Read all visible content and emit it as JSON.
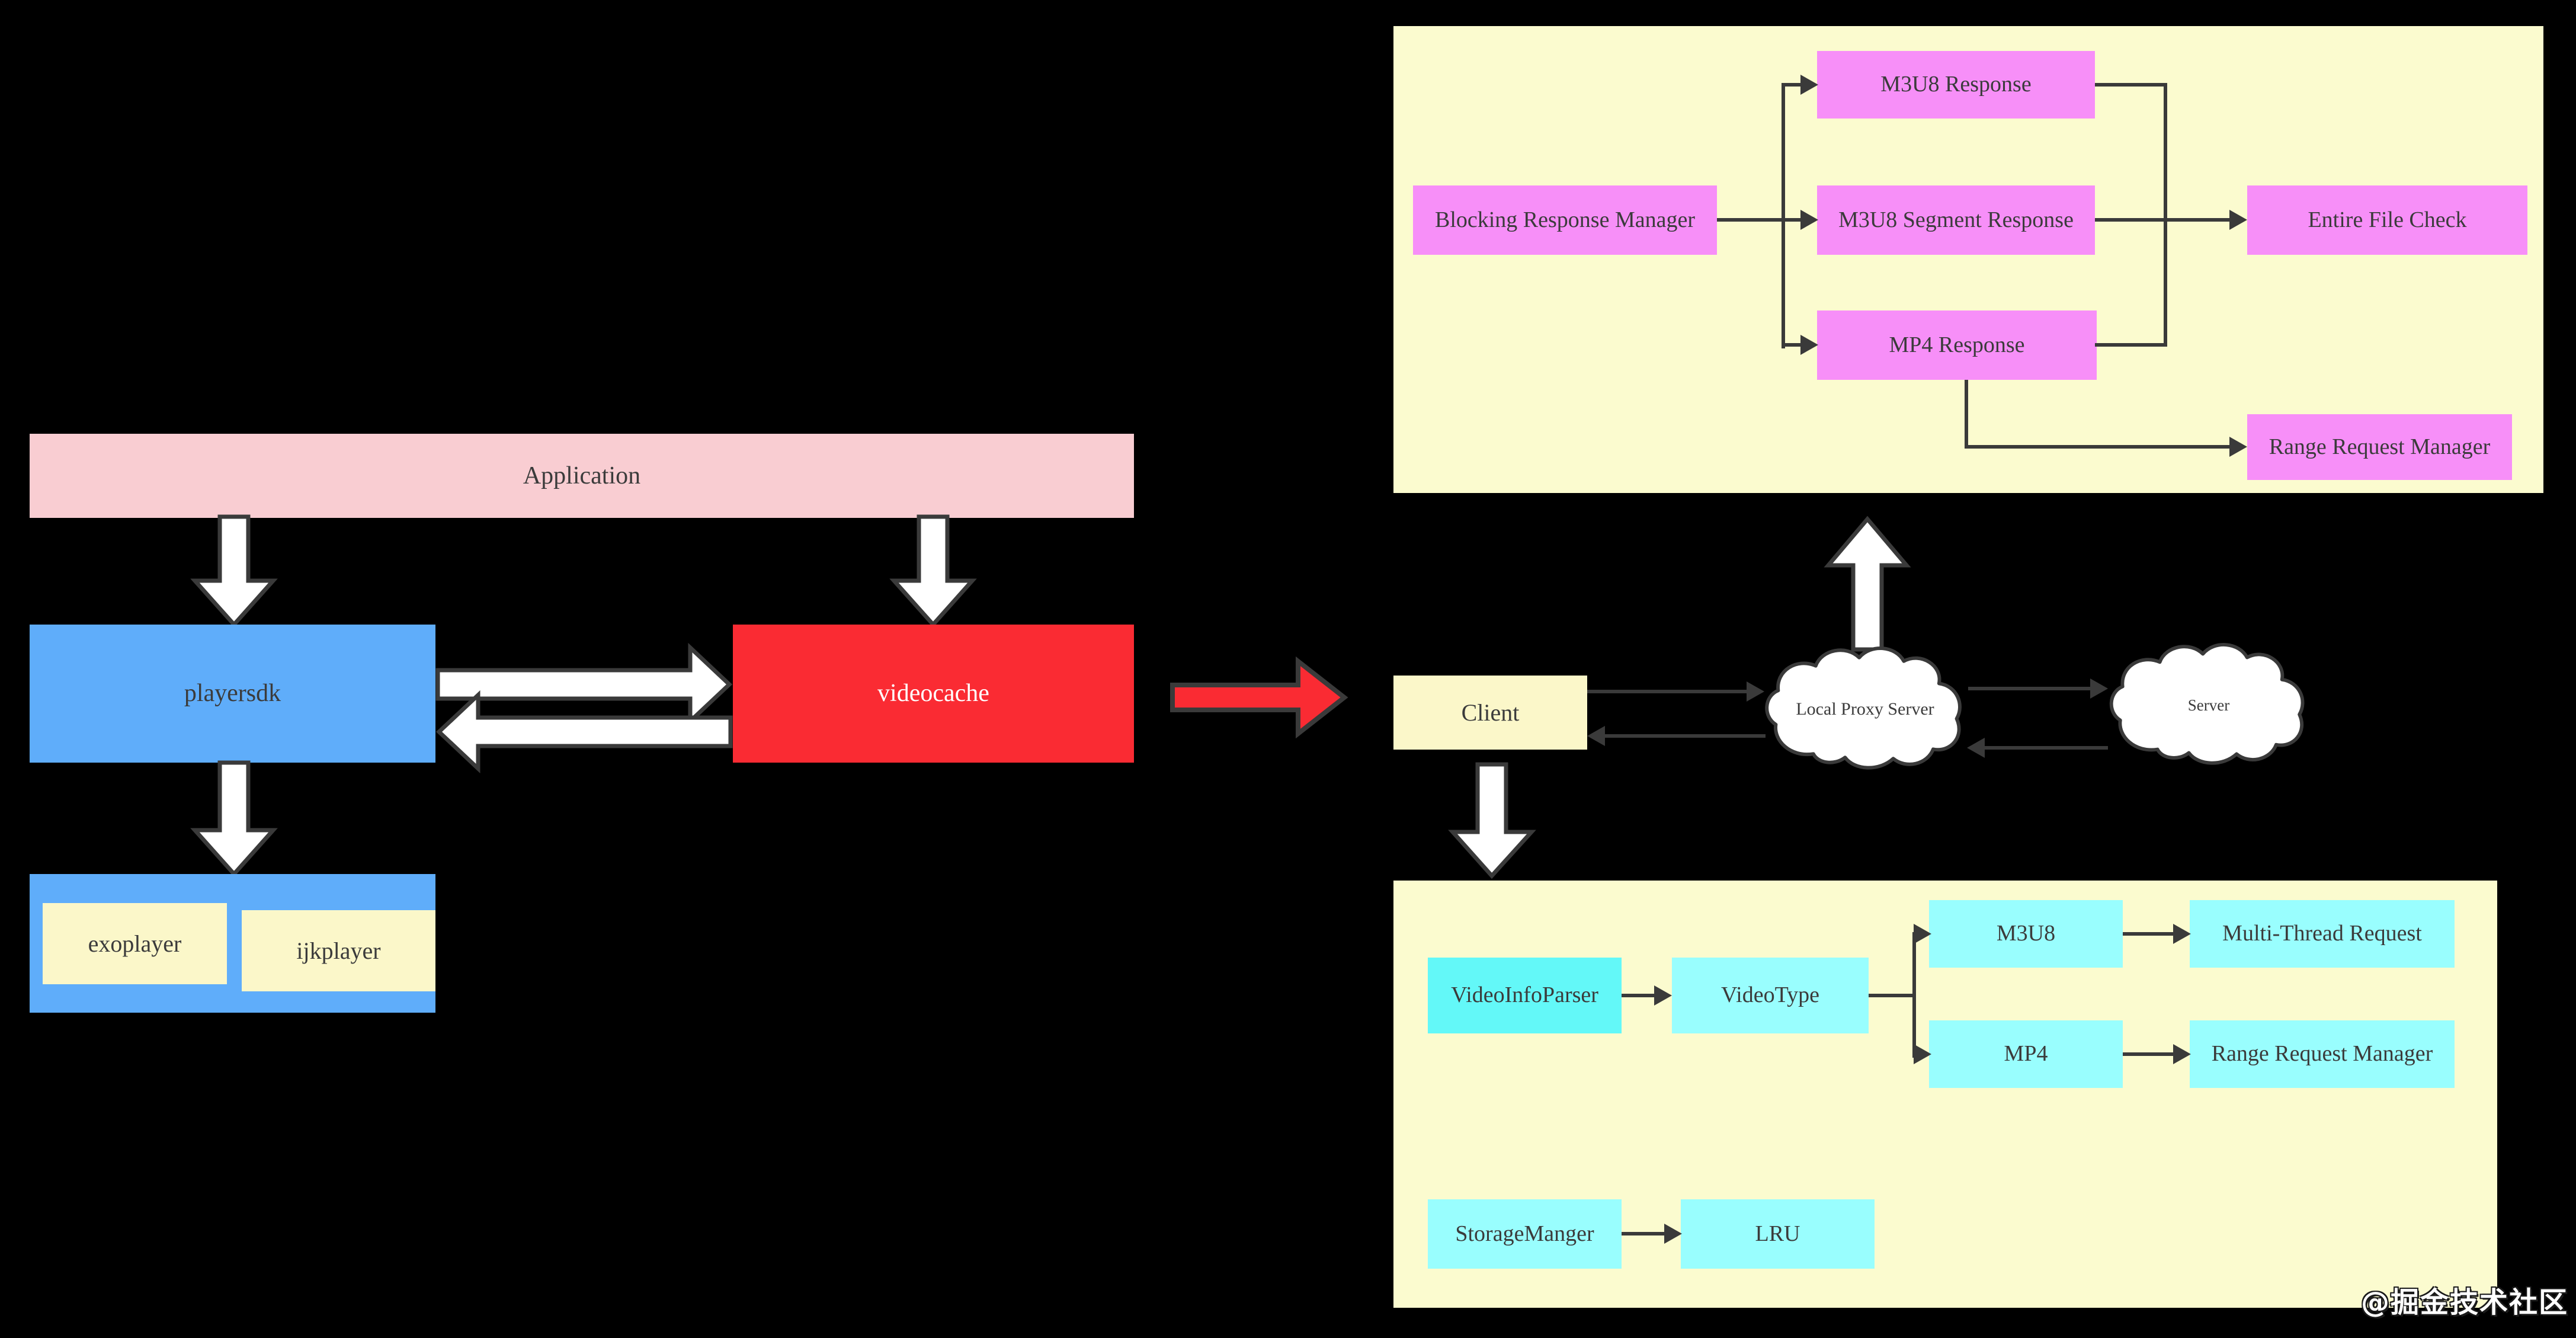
{
  "colors": {
    "background": "#000000",
    "panel_yellow": "#fbfbcf",
    "box_yellow": "#fbf7c9",
    "pink": "#f9cdd2",
    "blue": "#5fadfa",
    "red": "#fa2b33",
    "magenta": "#f78ff8",
    "cyan_bright": "#63f8f8",
    "cyan_light": "#99fefe",
    "line_dark": "#3a3a3a",
    "arrow_white": "#ffffff"
  },
  "sdk_flow": {
    "application": "Application",
    "playersdk": "playersdk",
    "videocache": "videocache",
    "exoplayer": "exoplayer",
    "ijkplayer": "ijkplayer"
  },
  "proxy_flow": {
    "client": "Client",
    "local_proxy_server": "Local Proxy Server",
    "server": "Server"
  },
  "response_panel": {
    "blocking_response_manager": "Blocking Response Manager",
    "m3u8_response": "M3U8 Response",
    "m3u8_segment_response": "M3U8 Segment Response",
    "mp4_response": "MP4 Response",
    "entire_file_check": "Entire File Check",
    "range_request_manager": "Range Request Manager"
  },
  "parser_panel": {
    "video_info_parser": "VideoInfoParser",
    "video_type": "VideoType",
    "m3u8": "M3U8",
    "mp4": "MP4",
    "multi_thread_request": "Multi-Thread Request",
    "range_request_manager": "Range Request Manager",
    "storage_manger": "StorageManger",
    "lru": "LRU"
  },
  "watermark": "@掘金技术社区"
}
